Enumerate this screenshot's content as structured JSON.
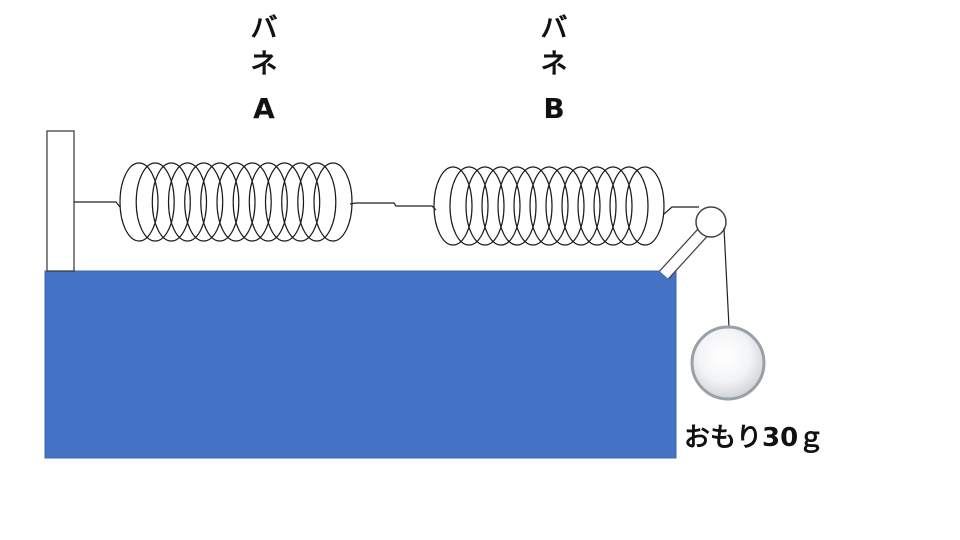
{
  "labels": {
    "spring_a": {
      "line1": "バ",
      "line2": "ネ",
      "line3": "A"
    },
    "spring_b": {
      "line1": "バ",
      "line2": "ネ",
      "line3": "B"
    },
    "weight": "おもり30ｇ"
  },
  "colors": {
    "table": "#4472C4",
    "table_border": "#3D65AE",
    "line": "#1a1a1a",
    "weight_rim": "#9aa0a8",
    "background": "#ffffff"
  }
}
